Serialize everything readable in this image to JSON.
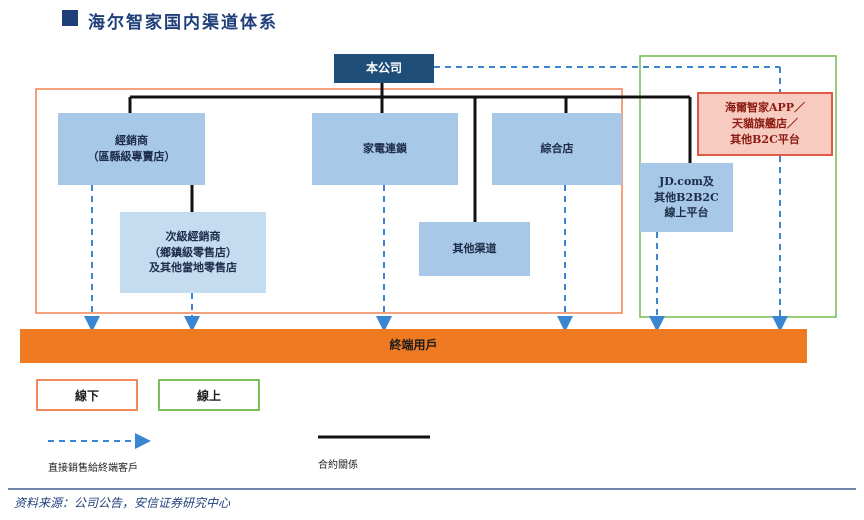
{
  "title": "海尔智家国内渠道体系",
  "nodes": {
    "company": "本公司",
    "distributor": [
      "經銷商",
      "（區縣級專賣店）"
    ],
    "sub_distributor": [
      "次級經銷商",
      "（鄉鎮級零售店）",
      "及其他當地零售店"
    ],
    "appliance_chain": "家電連鎖",
    "other_channels": "其他渠道",
    "general_store": "綜合店",
    "jd": [
      "JD.com及",
      "其他B2B2C",
      "線上平台"
    ],
    "haier_app": [
      "海爾智家APP／",
      "天貓旗艦店／",
      "其他B2C平台"
    ],
    "end_user": "終端用戶"
  },
  "legend": {
    "offline": "線下",
    "online": "線上",
    "direct_sales": "直接銷售給終端客戶",
    "contract": "合約關係"
  },
  "source": "资料来源：公司公告，安信证券研究中心",
  "colors": {
    "offline_border": "#f08a5d",
    "online_border": "#7cbf5a",
    "company_fill": "#1f4e79",
    "node_fill": "#a7c8e6",
    "end_user_fill": "#f07a21",
    "dashed_arrow": "#3a86d0",
    "contract_line": "#111111"
  }
}
